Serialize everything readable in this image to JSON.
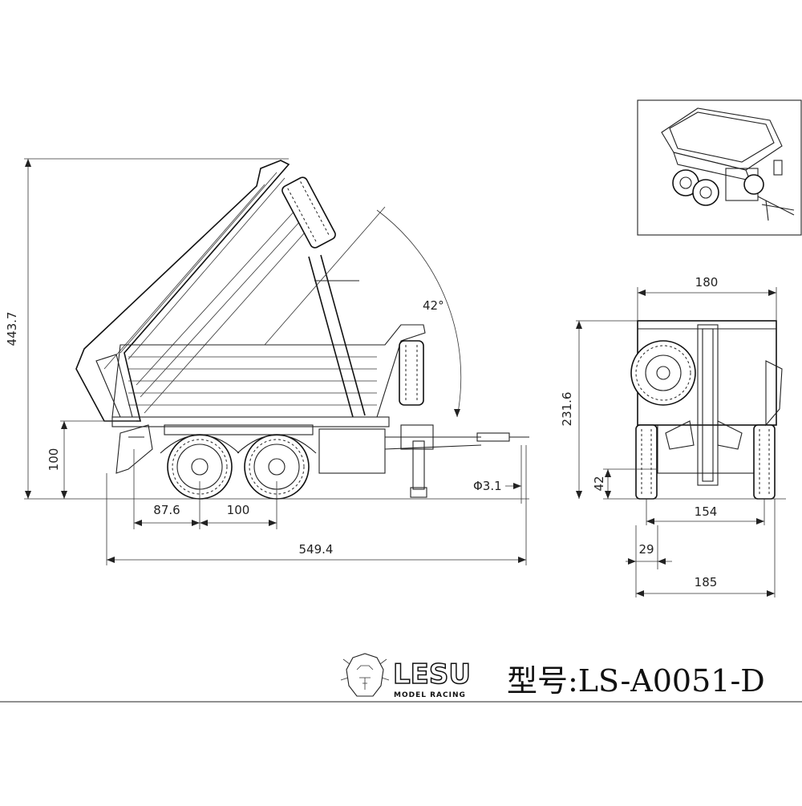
{
  "dimensions": {
    "height_overall": "443.7",
    "tip_angle": "42°",
    "hitch_height": "100",
    "axle_offset": "87.6",
    "axle_spacing": "100",
    "hitch_pin": "Φ3.1",
    "overall_length": "549.4",
    "top_width": "180",
    "rear_height": "231.6",
    "ground_clearance": "42",
    "track_width": "154",
    "tire_width": "29",
    "overall_width": "185"
  },
  "title": {
    "brand": "LESU",
    "brand_sub": "MODEL RACING",
    "model": "型号:LS-A0051-D"
  }
}
